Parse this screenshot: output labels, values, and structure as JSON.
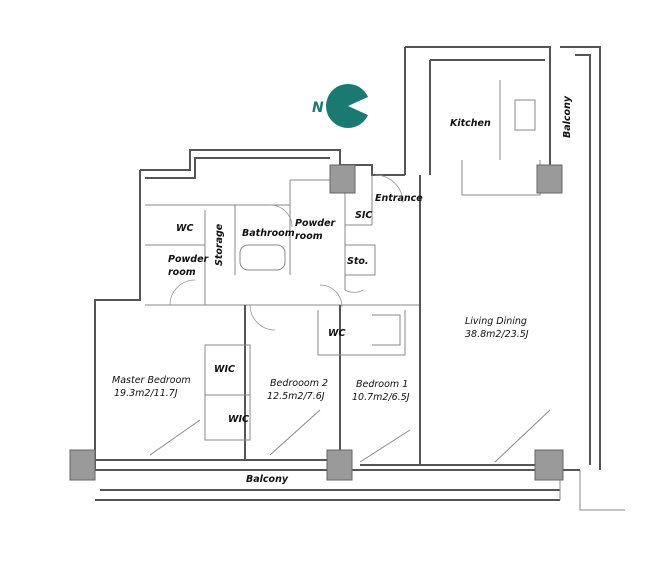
{
  "compass": {
    "label": "N",
    "color": "#1a7a72"
  },
  "rooms": {
    "kitchen": "Kitchen",
    "balcony_east": "Balcony",
    "entrance": "Entrance",
    "sic": "SIC",
    "wc_top": "WC",
    "storage": "Storage",
    "bathroom": "Bathroom",
    "powder_room_1": {
      "line1": "Powder",
      "line2": "room"
    },
    "sto": "Sto.",
    "powder_room_2": {
      "line1": "Powder",
      "line2": "room"
    },
    "wc_mid": "WC",
    "living_dining": {
      "name": "Living Dining",
      "area": "38.8m2/23.5J"
    },
    "master_bedroom": {
      "name": "Master Bedroom",
      "area": "19.3m2/11.7J"
    },
    "wic_1": "WIC",
    "wic_2": "WIC",
    "bedroom_2": {
      "name": "Bedrooom 2",
      "area": "12.5m2/7.6J"
    },
    "bedroom_1": {
      "name": "Bedroom 1",
      "area": "10.7m2/6.5J"
    },
    "balcony_south": "Balcony"
  }
}
